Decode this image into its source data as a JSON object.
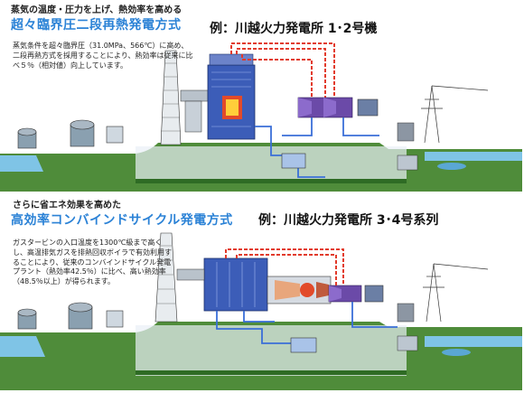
{
  "section1": {
    "caption": "蒸気の温度・圧力を上げ、熱効率を高める",
    "title": "超々臨界圧二段再熱発電方式",
    "example": "例：川越火力発電所 1･2号機",
    "description": "蒸気条件を超々臨界圧（31.0MPa、566℃）に高め、二段再熱方式を採用することにより、熱効率は従来に比べ５％（相対値）向上しています。"
  },
  "section2": {
    "caption": "さらに省エネ効果を高めた",
    "title": "高効率コンバインドサイクル発電方式",
    "example": "例：川越火力発電所 3･4号系列",
    "description": "ガスタービンの入口温度を1300℃級まで高くし、高温排気ガスを排熱回収ボイラで有効利用することにより、従来のコンバインドサイクル発電プラント（熱効率42.5％）に比べ、高い熱効率（48.5％以上）が得られます。"
  },
  "colors": {
    "title_blue": "#2b82d6",
    "steam_red": "#e23b2b",
    "water_blue": "#3a6fd8",
    "ground_green": "#4f8c3a",
    "sea": "#7fc4e6",
    "equipment_gray": "#9aa3ad",
    "boiler_blue": "#3c5db8",
    "turbine_purple": "#6b4aa8"
  }
}
